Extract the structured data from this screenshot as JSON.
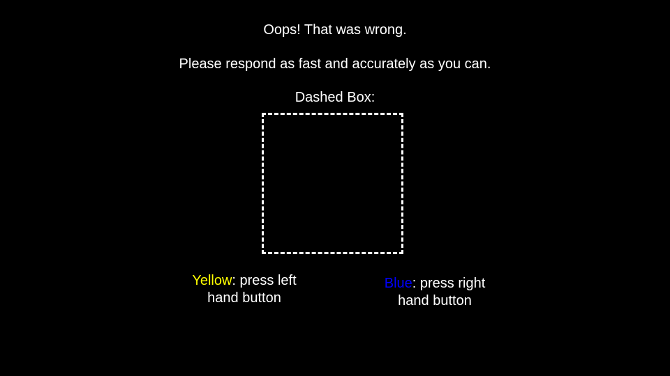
{
  "feedback": {
    "message": "Oops! That was wrong."
  },
  "instruction": {
    "text": "Please respond as fast and accurately as you can."
  },
  "stimulus": {
    "label": "Dashed Box:",
    "shape": "dashed-square",
    "border_color": "#ffffff"
  },
  "response_mapping": {
    "left": {
      "color_word": "Yellow",
      "color": "#ffff00",
      "rest": ": press left",
      "line2": "hand button"
    },
    "right": {
      "color_word": "Blue",
      "color": "#0000ff",
      "rest": ": press right",
      "line2": "hand button"
    }
  },
  "theme": {
    "background": "#000000",
    "text": "#ffffff"
  }
}
